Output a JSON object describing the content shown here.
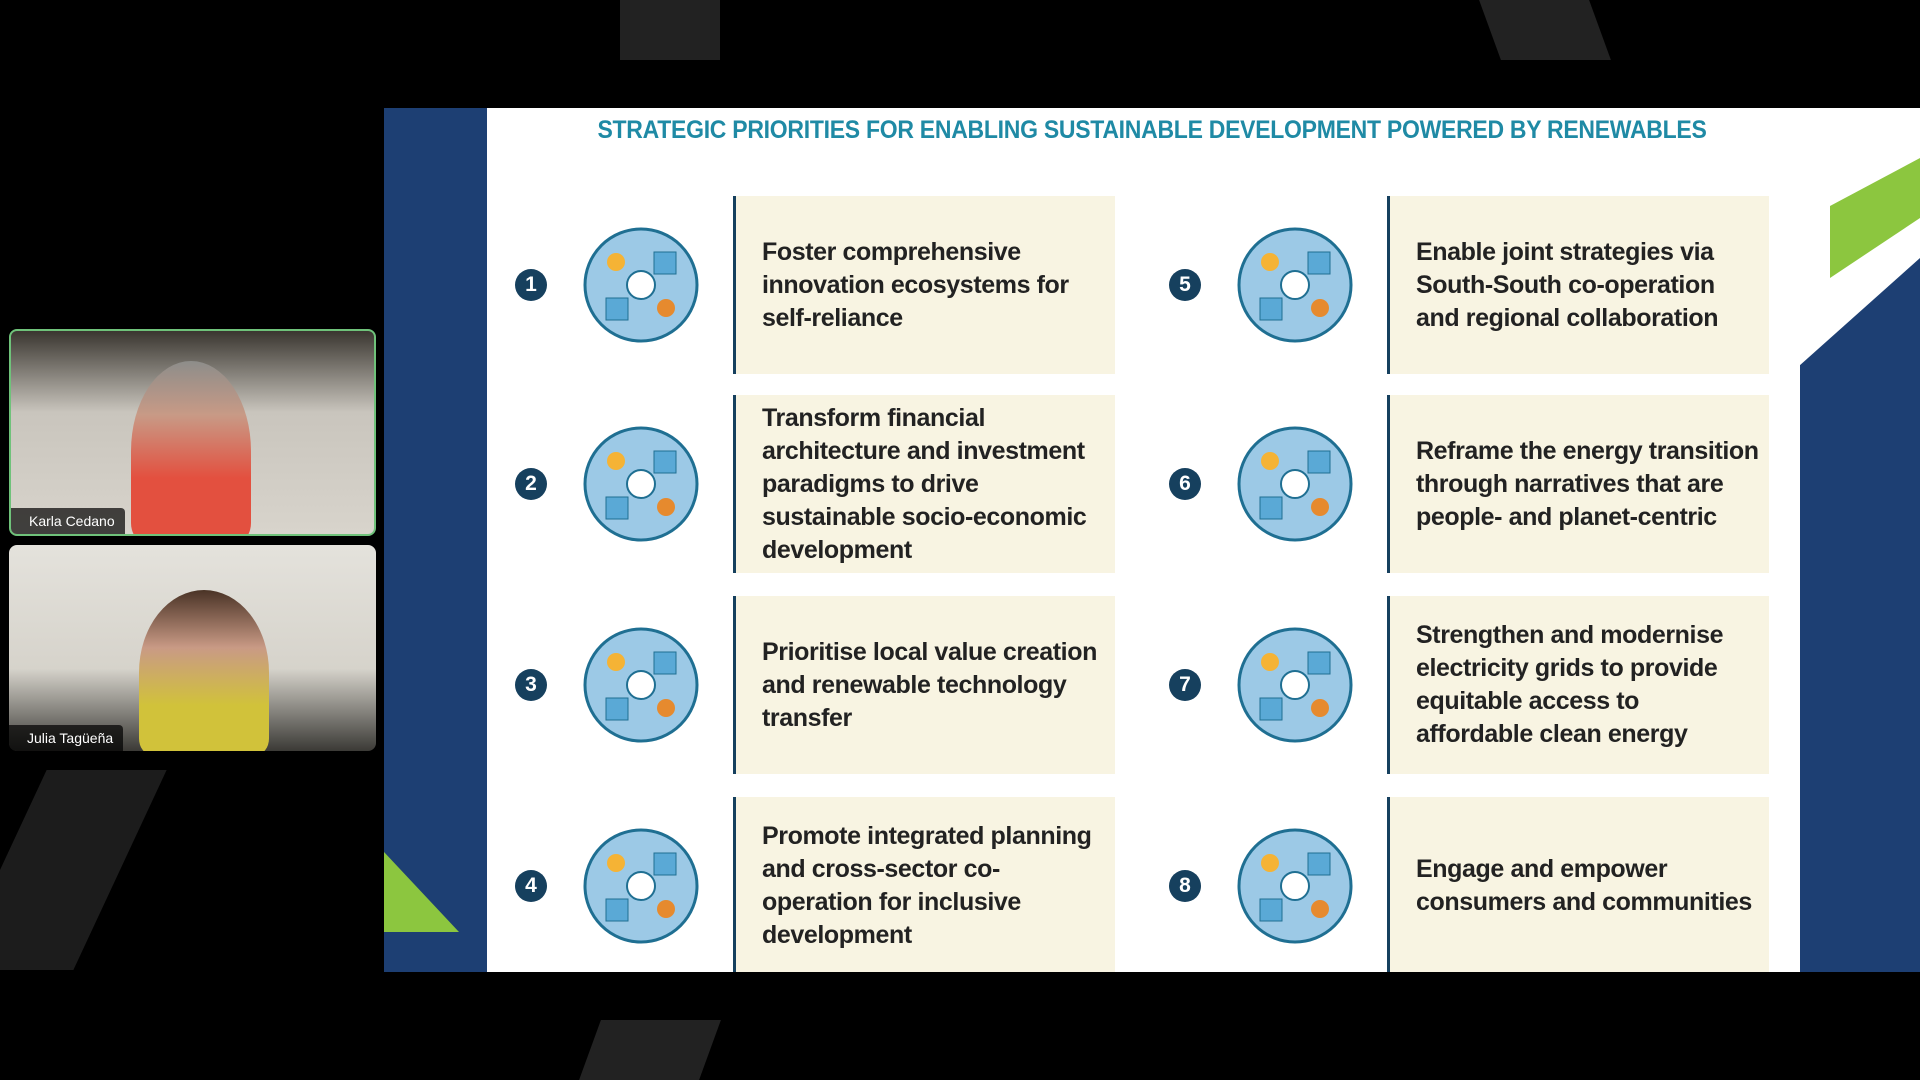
{
  "participants": [
    {
      "name": "Karla Cedano",
      "active": true
    },
    {
      "name": "Julia Tagüeña",
      "active": false
    }
  ],
  "slide": {
    "title": "STRATEGIC PRIORITIES FOR ENABLING SUSTAINABLE DEVELOPMENT POWERED BY RENEWABLES",
    "priorities": [
      {
        "number": "1",
        "text": "Foster comprehensive innovation ecosystems for self-reliance",
        "icon": "innovation-ecosystem-icon"
      },
      {
        "number": "2",
        "text": "Transform financial architecture and investment paradigms to drive sustainable socio-economic development",
        "icon": "finance-network-icon"
      },
      {
        "number": "3",
        "text": "Prioritise local value creation and renewable technology transfer",
        "icon": "location-pin-icon"
      },
      {
        "number": "4",
        "text": "Promote integrated planning and cross-sector co-operation for inclusive development",
        "icon": "blueprint-plan-icon"
      },
      {
        "number": "5",
        "text": "Enable joint strategies via South-South co-operation and regional collaboration",
        "icon": "people-network-icon"
      },
      {
        "number": "6",
        "text": "Reframe the energy transition through narratives that are people- and planet-centric",
        "icon": "globe-community-icon"
      },
      {
        "number": "7",
        "text": "Strengthen and modernise electricity grids to provide equitable access to affordable clean energy",
        "icon": "grid-shield-icon"
      },
      {
        "number": "8",
        "text": "Engage and empower consumers and communities",
        "icon": "raised-hands-icon"
      }
    ]
  },
  "colors": {
    "title": "#1f8aa5",
    "navy": "#16405e",
    "slide_blue": "#1d3f73",
    "green": "#8cc63f",
    "box": "#f8f4e2"
  }
}
